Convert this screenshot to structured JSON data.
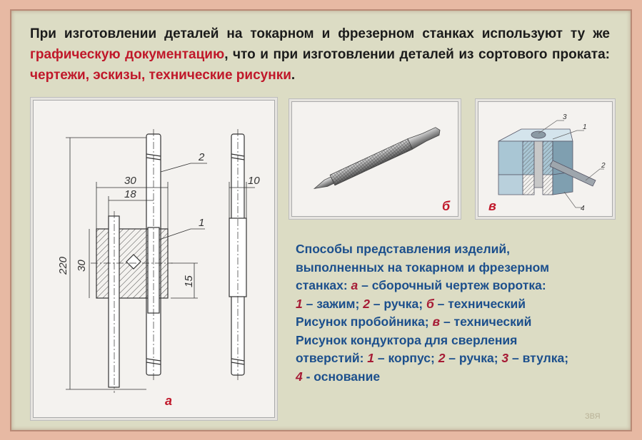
{
  "intro": {
    "p1": "При изготовлении деталей на токарном и фрезерном станках используют ту же ",
    "p1_hl": "графическую документацию",
    "p2": ", что и при изготовлении деталей из сортового проката: ",
    "p2_hl": "чертежи, эскизы, технические рисунки",
    "p3": "."
  },
  "figures": {
    "a": {
      "label": "а",
      "dims": {
        "d30": "30",
        "d18": "18",
        "d10": "10",
        "d220": "220",
        "d30v": "30",
        "d15": "15"
      },
      "callouts": {
        "c1": "1",
        "c2": "2"
      }
    },
    "b": {
      "label": "б"
    },
    "c": {
      "label": "в",
      "callouts": {
        "c1": "1",
        "c2": "2",
        "c3": "3",
        "c4": "4"
      }
    }
  },
  "description": {
    "l1": "Способы представления изделий,",
    "l2": "выполненных на токарном и фрезерном",
    "l3a": "станках: ",
    "l3b": "а",
    "l3c": " – сборочный чертеж воротка:",
    "l4a": "1",
    "l4b": " – зажим; ",
    "l4c": "2",
    "l4d": " – ручка; ",
    "l4e": "б",
    "l4f": " – технический",
    "l5a": "Рисунок пробойника; ",
    "l5b": "в",
    "l5c": " – технический",
    "l6": "Рисунок кондуктора для сверления",
    "l7a": "отверстий: ",
    "l7b": "1",
    "l7c": " – корпус; ",
    "l7d": "2",
    "l7e": " – ручка; ",
    "l7f": "3",
    "l7g": " – втулка;",
    "l8a": "4",
    "l8b": " - основание"
  },
  "signature": "ЗВЯ"
}
